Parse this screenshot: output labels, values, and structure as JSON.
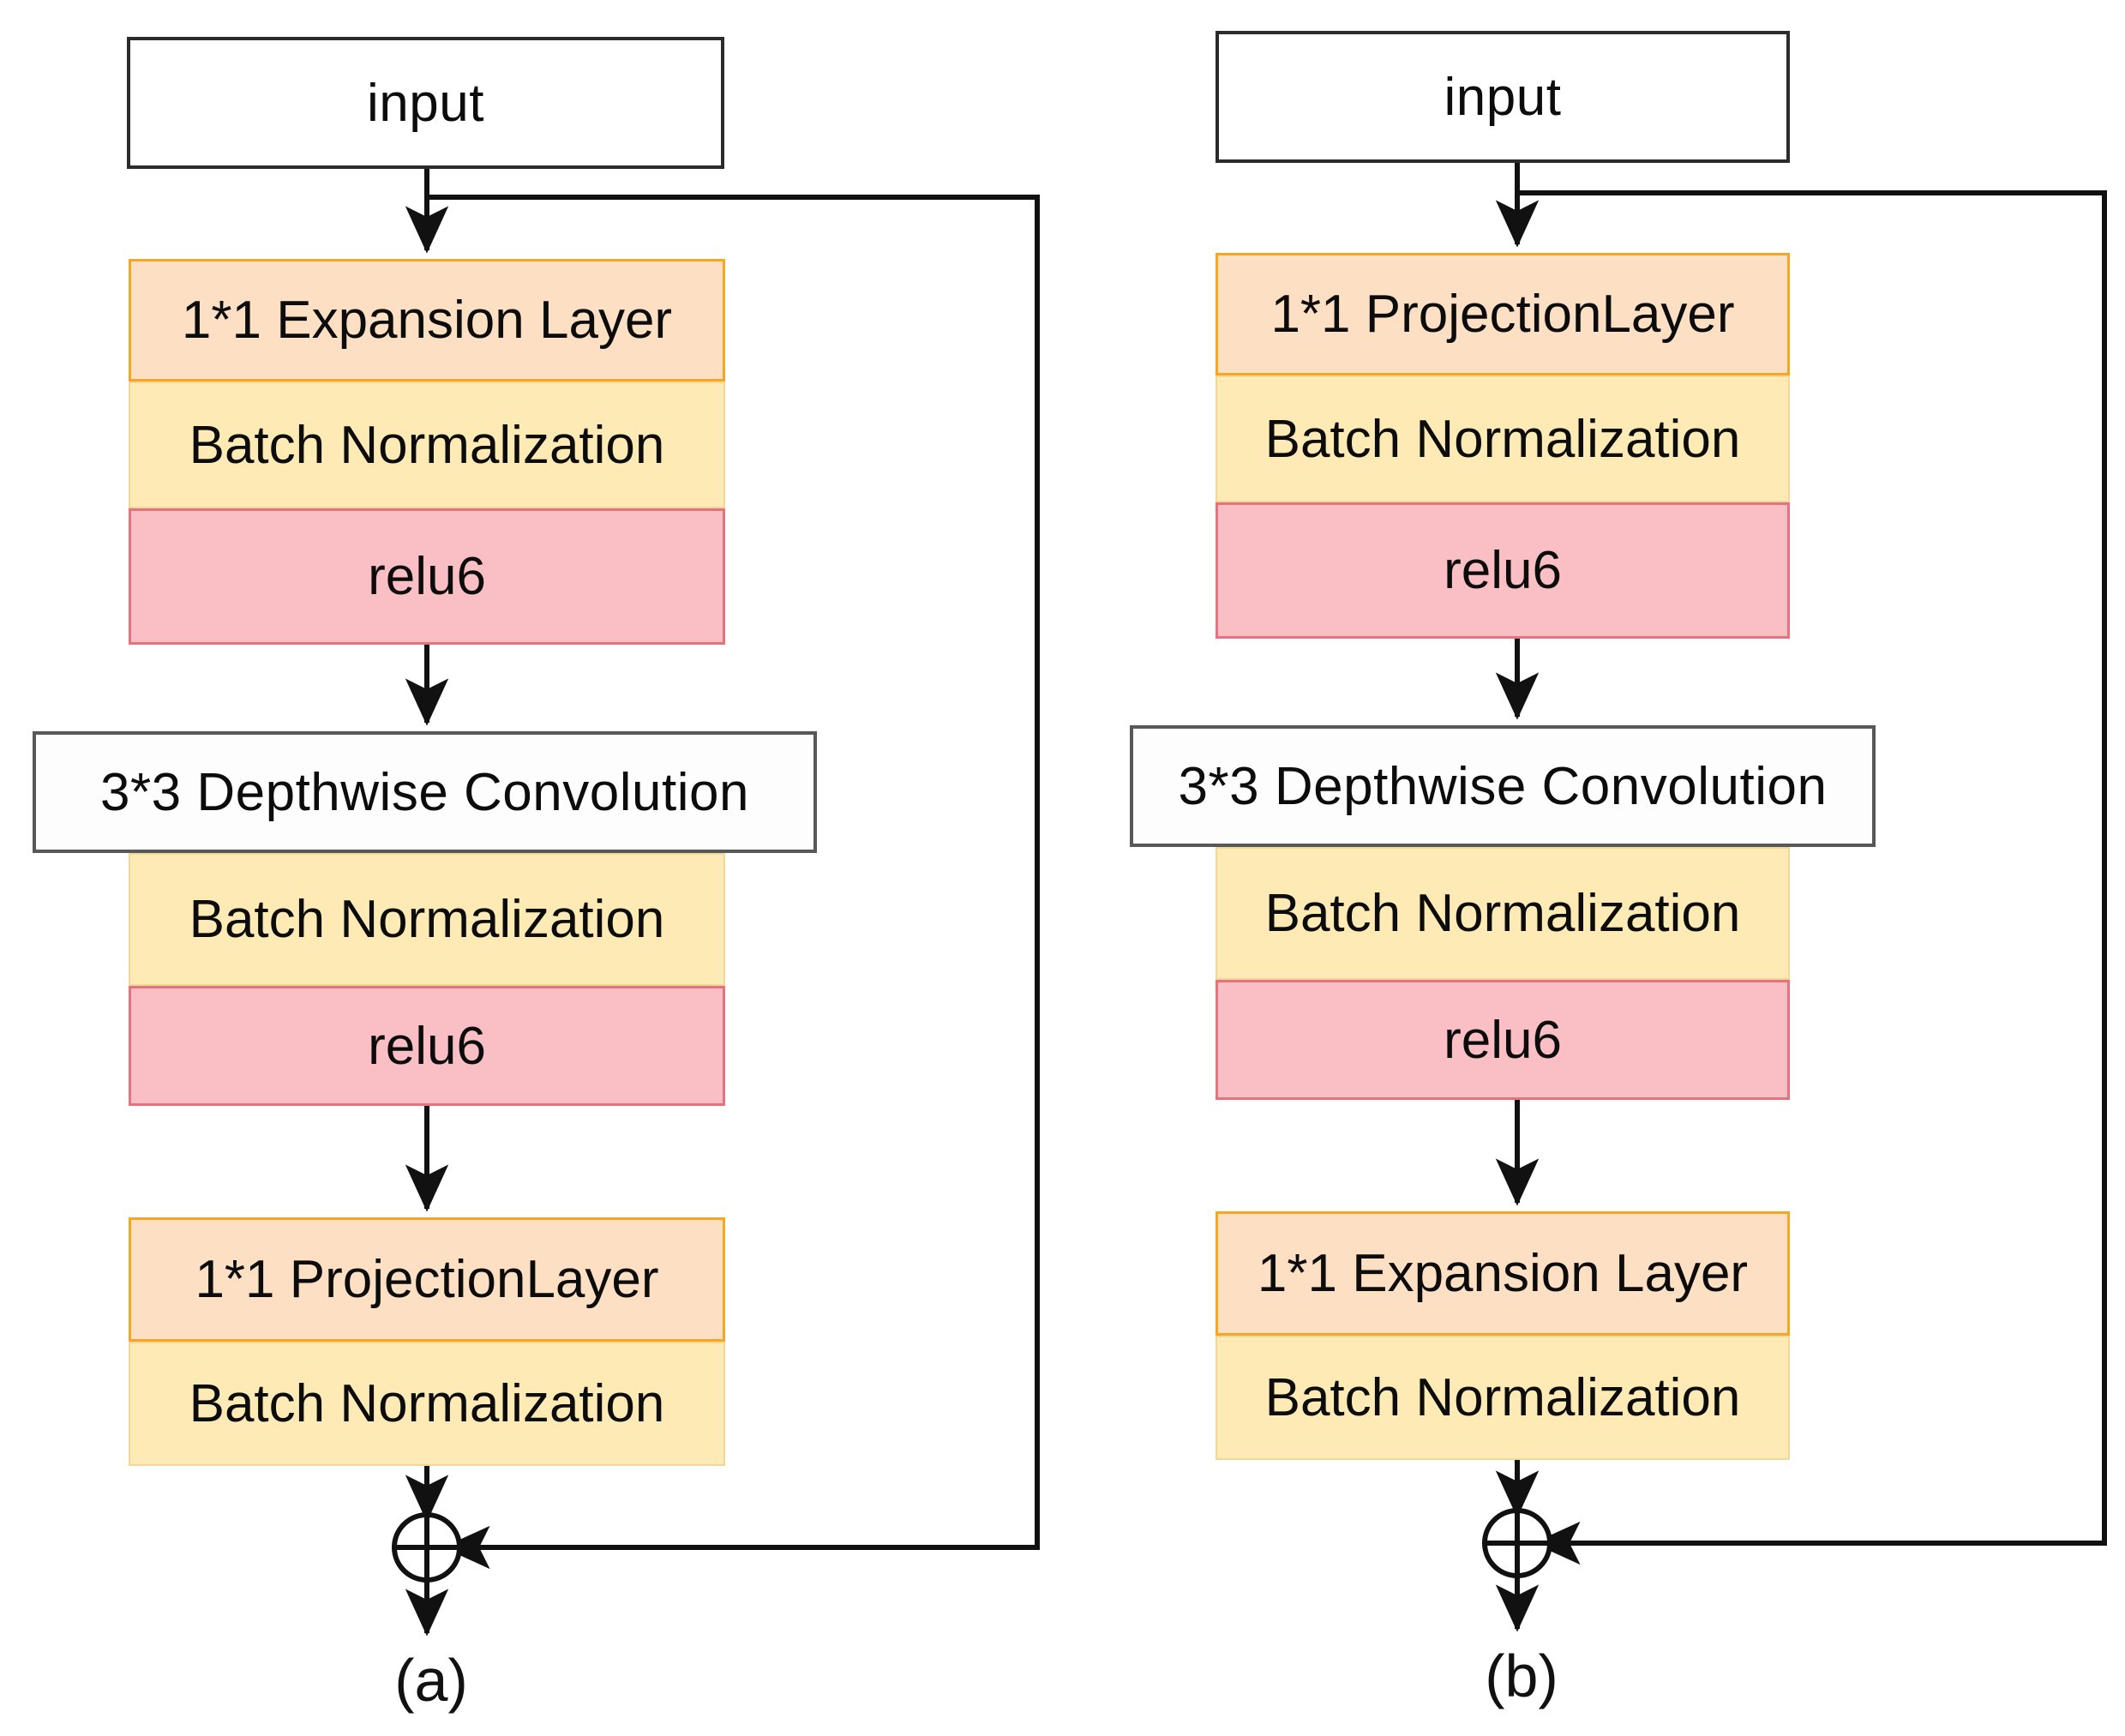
{
  "figure": {
    "type": "diagram",
    "description": "Two inverted residual block architecture diagrams",
    "colors": {
      "expansion_fill": "#fde0c3",
      "expansion_border": "#f5a623",
      "projection_fill": "#fde0c3",
      "projection_border": "#f5a623",
      "batchnorm_fill": "#fdeab4",
      "batchnorm_border": "#f2d79a",
      "relu_fill": "#f9bfc4",
      "relu_border": "#e2737f",
      "plain_fill": "#ffffff",
      "plain_border": "#2b2b2b",
      "arrow": "#111111",
      "text": "#0c0c0c"
    }
  },
  "diagram_a": {
    "caption": "(a)",
    "input_label": "input",
    "blocks": [
      {
        "label": "1*1 Expansion Layer",
        "kind": "expansion"
      },
      {
        "label": "Batch Normalization",
        "kind": "batchnorm"
      },
      {
        "label": "relu6",
        "kind": "relu"
      },
      {
        "label": "3*3 Depthwise Convolution",
        "kind": "plain"
      },
      {
        "label": "Batch Normalization",
        "kind": "batchnorm"
      },
      {
        "label": "relu6",
        "kind": "relu"
      },
      {
        "label": "1*1 ProjectionLayer",
        "kind": "projection"
      },
      {
        "label": "Batch Normalization",
        "kind": "batchnorm"
      }
    ],
    "residual": {
      "operator": "plus-circle",
      "label": "⊕"
    }
  },
  "diagram_b": {
    "caption": "(b)",
    "input_label": "input",
    "blocks": [
      {
        "label": "1*1 ProjectionLayer",
        "kind": "projection"
      },
      {
        "label": "Batch Normalization",
        "kind": "batchnorm"
      },
      {
        "label": "relu6",
        "kind": "relu"
      },
      {
        "label": "3*3 Depthwise Convolution",
        "kind": "plain"
      },
      {
        "label": "Batch Normalization",
        "kind": "batchnorm"
      },
      {
        "label": "relu6",
        "kind": "relu"
      },
      {
        "label": "1*1 Expansion Layer",
        "kind": "expansion"
      },
      {
        "label": "Batch Normalization",
        "kind": "batchnorm"
      }
    ],
    "residual": {
      "operator": "plus-circle",
      "label": "⊕"
    }
  }
}
